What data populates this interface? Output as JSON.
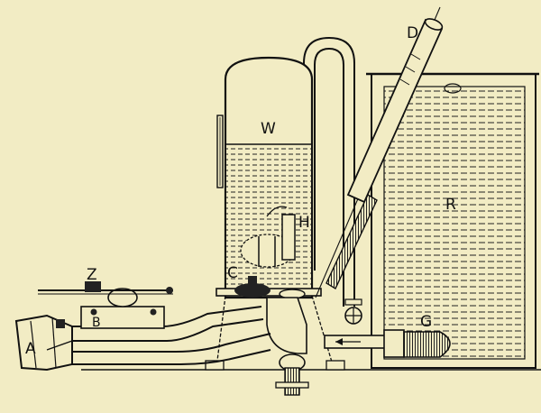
{
  "labels": {
    "A": "A",
    "B": "B",
    "C": "C",
    "D": "D",
    "G": "G",
    "H": "H",
    "R": "R",
    "W": "W",
    "Z": "Z"
  },
  "colors": {
    "paper": "#f2ecc4",
    "ink": "#111111"
  }
}
